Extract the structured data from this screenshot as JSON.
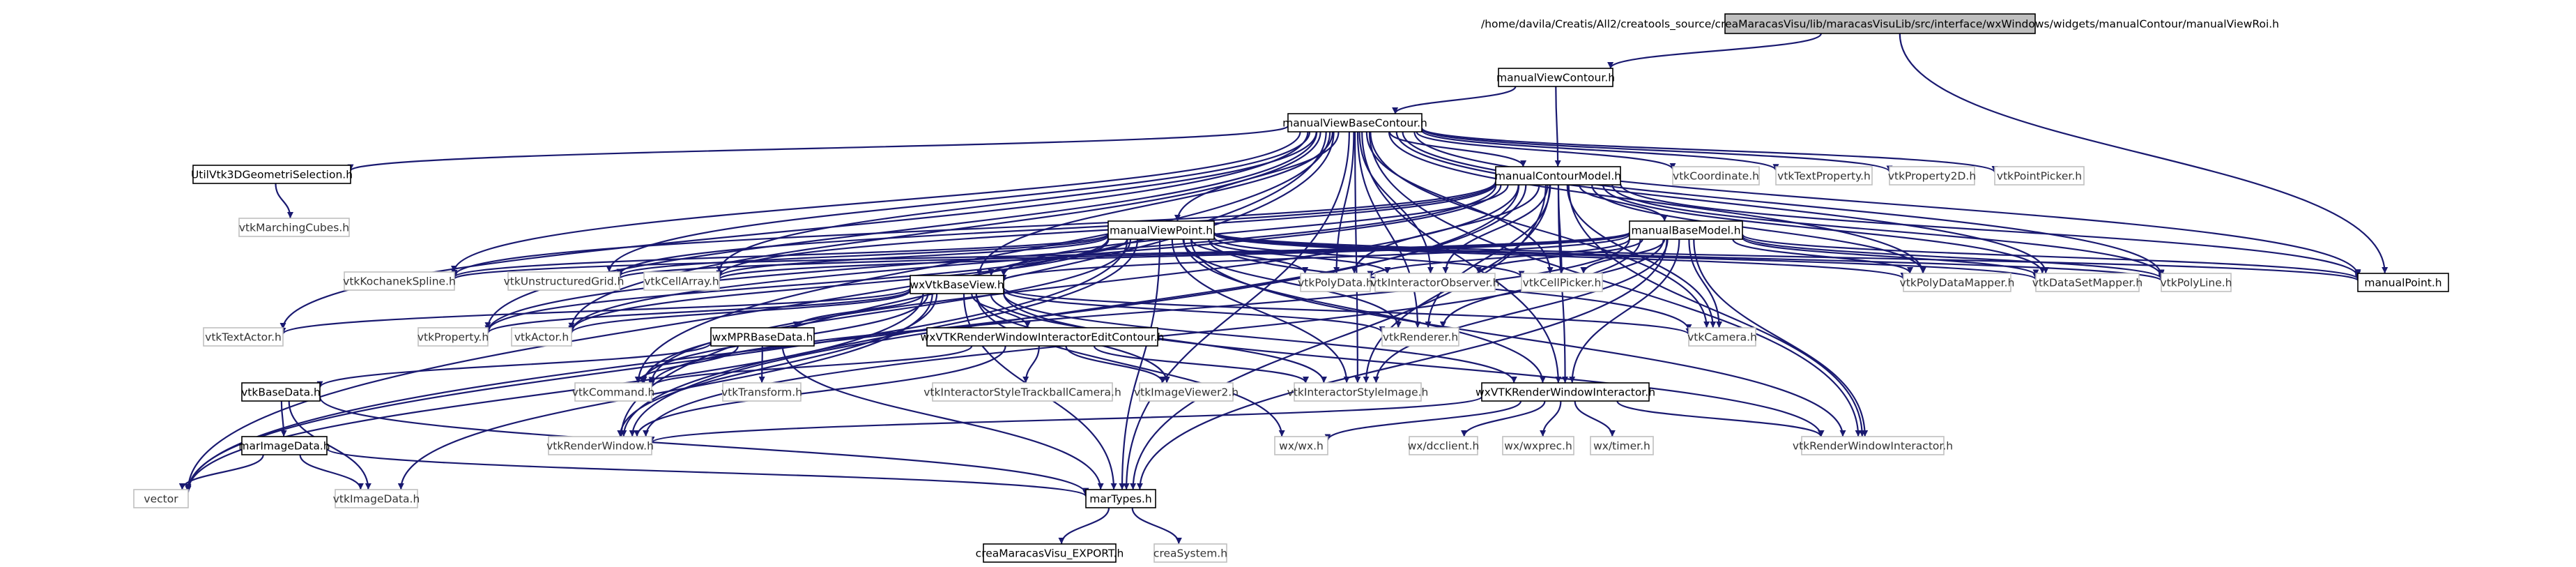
{
  "graph": {
    "root_label": "/home/davila/Creatis/All2/creatools_source/creaMaracasVisu/lib/maracasVisuLib/src/interface/wxWindows/widgets/manualContour/manualViewRoi.h",
    "nodes": [
      {
        "id": "root",
        "label": "/home/davila/Creatis/All2/creatools_source/creaMaracasVisu/lib/maracasVisuLib/src/interface/wxWindows/widgets/manualContour/manualViewRoi.h",
        "kind": "root"
      },
      {
        "id": "manualViewContour",
        "label": "manualViewContour.h",
        "kind": "doc"
      },
      {
        "id": "manualViewBaseContour",
        "label": "manualViewBaseContour.h",
        "kind": "doc"
      },
      {
        "id": "UtilVtk3D",
        "label": "UtilVtk3DGeometriSelection.h",
        "kind": "doc"
      },
      {
        "id": "manualContourModel",
        "label": "manualContourModel.h",
        "kind": "doc"
      },
      {
        "id": "vtkCoordinate",
        "label": "vtkCoordinate.h",
        "kind": "sys"
      },
      {
        "id": "vtkTextProperty",
        "label": "vtkTextProperty.h",
        "kind": "sys"
      },
      {
        "id": "vtkProperty2D",
        "label": "vtkProperty2D.h",
        "kind": "sys"
      },
      {
        "id": "vtkPointPicker",
        "label": "vtkPointPicker.h",
        "kind": "sys"
      },
      {
        "id": "vtkMarchingCubes",
        "label": "vtkMarchingCubes.h",
        "kind": "sys"
      },
      {
        "id": "manualViewPoint",
        "label": "manualViewPoint.h",
        "kind": "doc"
      },
      {
        "id": "manualBaseModel",
        "label": "manualBaseModel.h",
        "kind": "doc"
      },
      {
        "id": "vtkKochanek",
        "label": "vtkKochanekSpline.h",
        "kind": "sys"
      },
      {
        "id": "vtkUnstructuredGrid",
        "label": "vtkUnstructuredGrid.h",
        "kind": "sys"
      },
      {
        "id": "vtkCellArray",
        "label": "vtkCellArray.h",
        "kind": "sys"
      },
      {
        "id": "vtkPolyData",
        "label": "vtkPolyData.h",
        "kind": "sys"
      },
      {
        "id": "vtkInteractorObserver",
        "label": "vtkInteractorObserver.h",
        "kind": "sys"
      },
      {
        "id": "vtkCellPicker",
        "label": "vtkCellPicker.h",
        "kind": "sys"
      },
      {
        "id": "vtkPolyDataMapper",
        "label": "vtkPolyDataMapper.h",
        "kind": "sys"
      },
      {
        "id": "vtkDataSetMapper",
        "label": "vtkDataSetMapper.h",
        "kind": "sys"
      },
      {
        "id": "vtkPolyLine",
        "label": "vtkPolyLine.h",
        "kind": "sys"
      },
      {
        "id": "manualPoint",
        "label": "manualPoint.h",
        "kind": "doc"
      },
      {
        "id": "wxVtkBaseView",
        "label": "wxVtkBaseView.h",
        "kind": "doc"
      },
      {
        "id": "vtkTextActor",
        "label": "vtkTextActor.h",
        "kind": "sys"
      },
      {
        "id": "vtkProperty",
        "label": "vtkProperty.h",
        "kind": "sys"
      },
      {
        "id": "vtkActor",
        "label": "vtkActor.h",
        "kind": "sys"
      },
      {
        "id": "wxMPRBaseData",
        "label": "wxMPRBaseData.h",
        "kind": "doc"
      },
      {
        "id": "wxVTKRWIEditContour",
        "label": "wxVTKRenderWindowInteractorEditContour.h",
        "kind": "doc"
      },
      {
        "id": "vtkRenderer",
        "label": "vtkRenderer.h",
        "kind": "sys"
      },
      {
        "id": "vtkCamera",
        "label": "vtkCamera.h",
        "kind": "sys"
      },
      {
        "id": "vtkBaseData",
        "label": "vtkBaseData.h",
        "kind": "doc"
      },
      {
        "id": "vtkCommand",
        "label": "vtkCommand.h",
        "kind": "sys"
      },
      {
        "id": "vtkTransform",
        "label": "vtkTransform.h",
        "kind": "sys"
      },
      {
        "id": "vtkISTrackballCamera",
        "label": "vtkInteractorStyleTrackballCamera.h",
        "kind": "sys"
      },
      {
        "id": "vtkImageViewer2",
        "label": "vtkImageViewer2.h",
        "kind": "sys"
      },
      {
        "id": "vtkInteractorStyleImage",
        "label": "vtkInteractorStyleImage.h",
        "kind": "sys"
      },
      {
        "id": "wxVTKRWI",
        "label": "wxVTKRenderWindowInteractor.h",
        "kind": "doc"
      },
      {
        "id": "marImageData",
        "label": "marImageData.h",
        "kind": "doc"
      },
      {
        "id": "vtkRenderWindow",
        "label": "vtkRenderWindow.h",
        "kind": "sys"
      },
      {
        "id": "wxwx",
        "label": "wx/wx.h",
        "kind": "sys"
      },
      {
        "id": "wxdcclient",
        "label": "wx/dcclient.h",
        "kind": "sys"
      },
      {
        "id": "wxwxprec",
        "label": "wx/wxprec.h",
        "kind": "sys"
      },
      {
        "id": "wxtimer",
        "label": "wx/timer.h",
        "kind": "sys"
      },
      {
        "id": "vtkRWI",
        "label": "vtkRenderWindowInteractor.h",
        "kind": "sys"
      },
      {
        "id": "vector",
        "label": "vector",
        "kind": "sys"
      },
      {
        "id": "vtkImageData",
        "label": "vtkImageData.h",
        "kind": "sys"
      },
      {
        "id": "marTypes",
        "label": "marTypes.h",
        "kind": "doc"
      },
      {
        "id": "creaExport",
        "label": "creaMaracasVisu_EXPORT.h",
        "kind": "doc"
      },
      {
        "id": "creaSystem",
        "label": "creaSystem.h",
        "kind": "sys"
      }
    ]
  }
}
